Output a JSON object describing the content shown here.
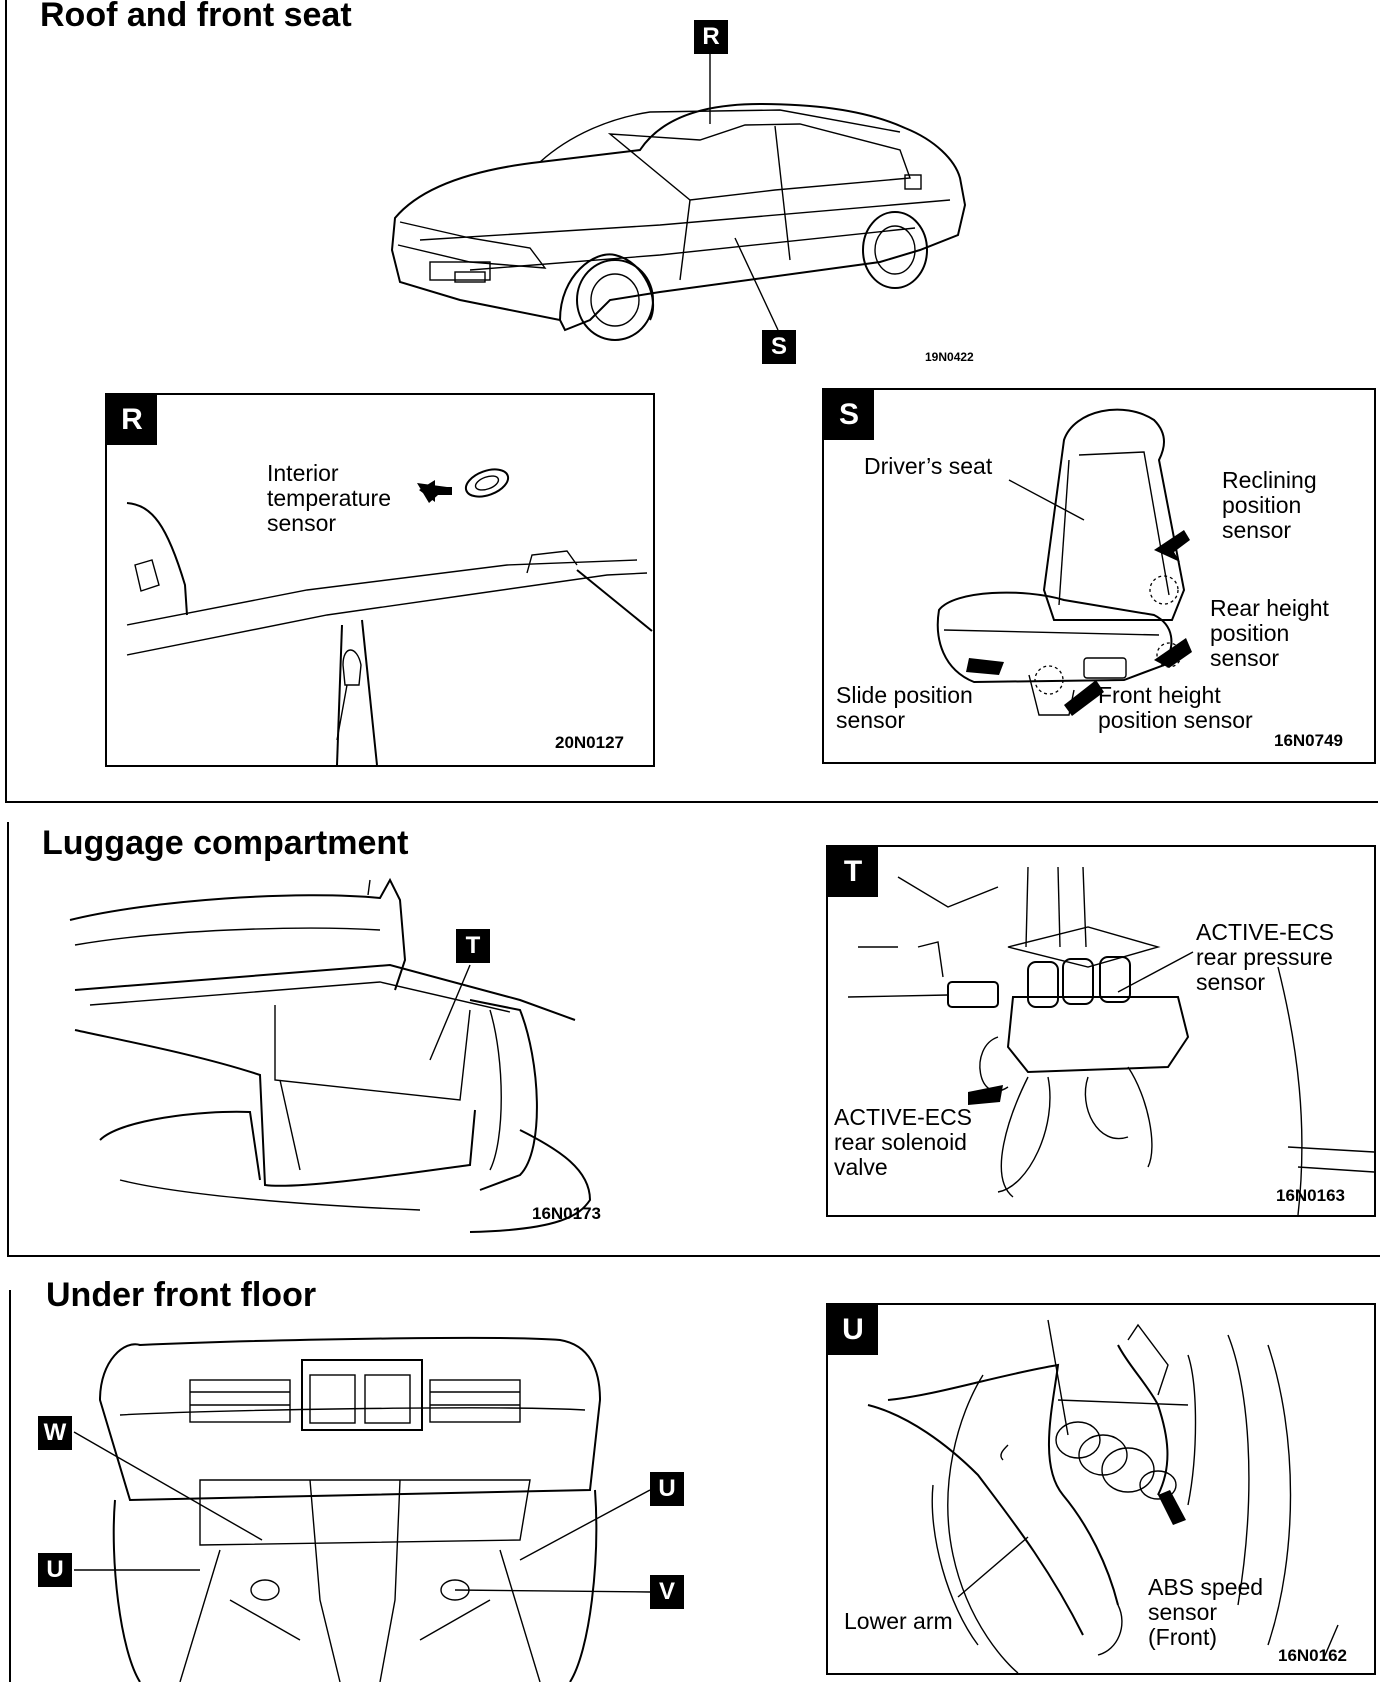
{
  "sections": {
    "roof": {
      "heading": "Roof and front seat",
      "overview": {
        "code": "19N0422",
        "badges": [
          "R",
          "S"
        ]
      },
      "panel_r": {
        "badge": "R",
        "label": "Interior\ntemperature\nsensor",
        "code": "20N0127"
      },
      "panel_s": {
        "badge": "S",
        "labels": {
          "drivers_seat": "Driver’s seat",
          "reclining": "Reclining\nposition\nsensor",
          "rear_height": "Rear height\nposition\nsensor",
          "slide": "Slide position\nsensor",
          "front_height": "Front height\nposition sensor"
        },
        "code": "16N0749"
      }
    },
    "luggage": {
      "heading": "Luggage compartment",
      "overview": {
        "code": "16N0173",
        "badge": "T"
      },
      "panel_t": {
        "badge": "T",
        "labels": {
          "pressure": "ACTIVE-ECS\nrear pressure\nsensor",
          "solenoid": "ACTIVE-ECS\nrear solenoid\nvalve"
        },
        "code": "16N0163"
      }
    },
    "under_floor": {
      "heading": "Under front floor",
      "overview": {
        "badges": [
          "W",
          "U",
          "U",
          "V"
        ]
      },
      "panel_u": {
        "badge": "U",
        "labels": {
          "lower_arm": "Lower arm",
          "abs": "ABS speed\nsensor\n(Front)"
        },
        "code": "16N0162"
      }
    }
  }
}
